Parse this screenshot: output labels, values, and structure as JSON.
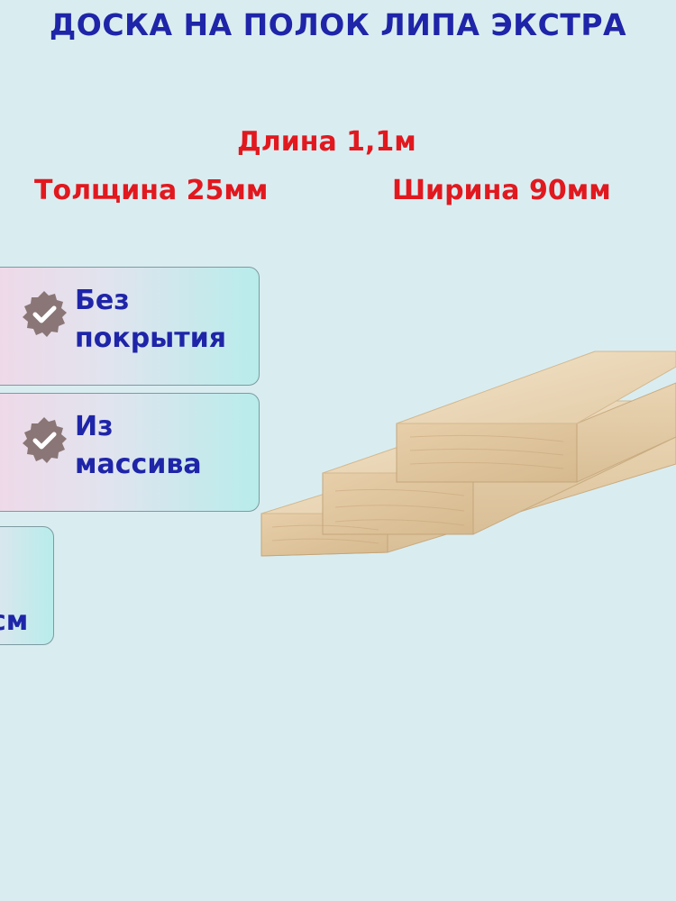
{
  "title": "ДОСКА НА ПОЛОК ЛИПА ЭКСТРА",
  "specs": {
    "length": "Длина 1,1м",
    "thickness": "Толщина 25мм",
    "width": "Ширина 90мм"
  },
  "badges": [
    {
      "line1": "Без",
      "line2": "покрытия",
      "icon": "check-badge-icon"
    },
    {
      "line1": "Из",
      "line2": "массива",
      "icon": "check-badge-icon"
    },
    {
      "line1": "",
      "line2": "см",
      "icon": ""
    }
  ],
  "colors": {
    "title": "#1f25a8",
    "spec": "#e1191f",
    "background": "#d9edf1",
    "badge_text": "#1f25a8",
    "icon": "#8a7676"
  },
  "image": {
    "name": "wooden-boards-image"
  }
}
